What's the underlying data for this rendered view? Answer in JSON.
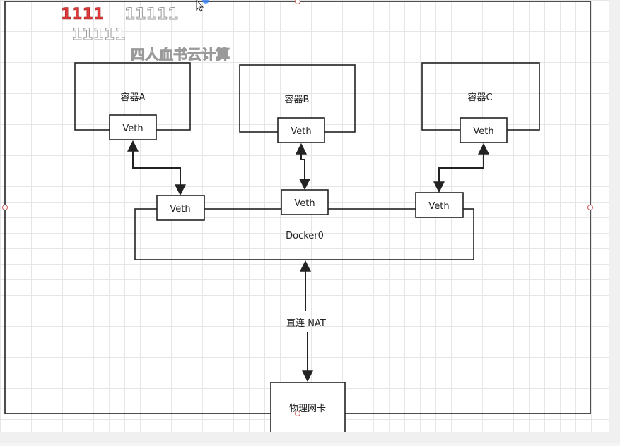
{
  "watermark": {
    "line1_red": "1111",
    "line1_gray": "11111",
    "line2": "11111",
    "line3": "四人血书云计算"
  },
  "containers": [
    {
      "label": "容器A",
      "veth": "Veth"
    },
    {
      "label": "容器B",
      "veth": "Veth"
    },
    {
      "label": "容器C",
      "veth": "Veth"
    }
  ],
  "bridge": {
    "label": "Docker0",
    "veths": [
      "Veth",
      "Veth",
      "Veth"
    ]
  },
  "link_label": "直连 NAT",
  "nic": {
    "label": "物理网卡"
  }
}
